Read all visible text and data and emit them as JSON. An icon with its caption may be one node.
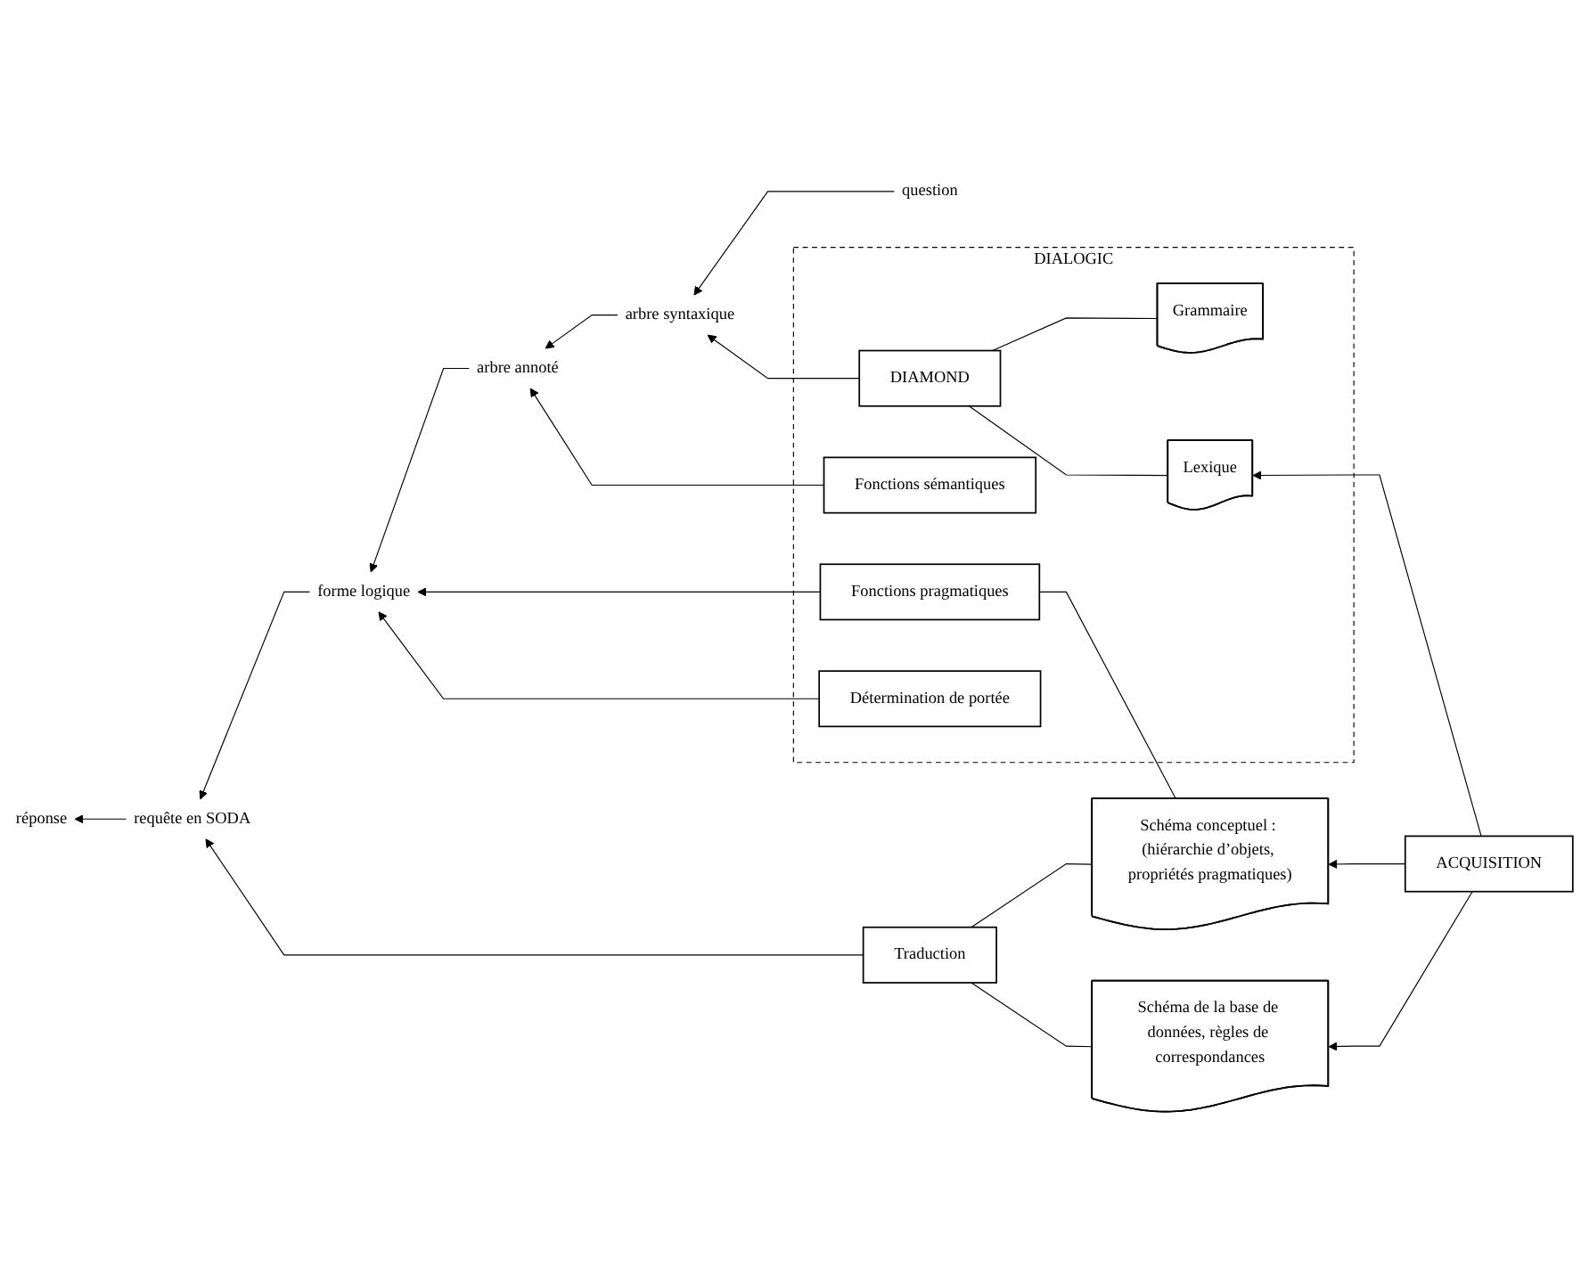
{
  "diagram": {
    "nodes": [
      {
        "text": [
          "question"
        ]
      },
      {
        "text": [
          "DIALOGIC"
        ]
      },
      {
        "text": [
          "DIAMOND"
        ],
        "in": 1
      },
      {
        "text": [
          "Grammaire"
        ],
        "in": 1
      },
      {
        "text": [
          "arbre syntaxique"
        ]
      },
      {
        "text": [
          "Fonctions sémantiques"
        ],
        "in": 1
      },
      {
        "text": [
          "Lexique"
        ],
        "in": 1
      },
      {
        "text": [
          "ACQUISITION"
        ]
      },
      {
        "text": [
          "arbre annoté"
        ]
      },
      {
        "text": [
          "Fonctions pragmatiques"
        ],
        "in": 1
      },
      {
        "text": [
          "Schéma conceptuel : (hiérarchie d’objets, propriétés pragmatiques)"
        ]
      },
      {
        "text": [
          "Détermination de portée"
        ],
        "in": 1
      },
      {
        "text": [
          "forme logique"
        ]
      },
      {
        "text": [
          "Traduction"
        ]
      },
      {
        "text": [
          "Schéma de la base de données, règles de correspondances"
        ]
      },
      {
        "text": [
          "requête en SODA"
        ]
      },
      {
        "text": [
          "réponse"
        ]
      }
    ],
    "edges": [
      {
        "from": 0,
        "to": 4,
        "arrow": "to"
      },
      {
        "from": 2,
        "to": 4,
        "arrow": "to"
      },
      {
        "from": 4,
        "to": 8,
        "arrow": "to"
      },
      {
        "from": 5,
        "to": 8,
        "arrow": "to"
      },
      {
        "from": 8,
        "to": 12,
        "arrow": "to"
      },
      {
        "from": 9,
        "to": 12,
        "arrow": "to"
      },
      {
        "from": 11,
        "to": 12,
        "arrow": "to"
      },
      {
        "from": 12,
        "to": 15,
        "arrow": "to"
      },
      {
        "from": 13,
        "to": 15,
        "arrow": "to"
      },
      {
        "from": 15,
        "to": 16,
        "arrow": "to"
      },
      {
        "from": 2,
        "to": 3,
        "arrow": "none"
      },
      {
        "from": 2,
        "to": 6,
        "arrow": "none"
      },
      {
        "from": 7,
        "to": 6,
        "arrow": "to"
      },
      {
        "from": 7,
        "to": 10,
        "arrow": "to"
      },
      {
        "from": 7,
        "to": 14,
        "arrow": "to"
      },
      {
        "from": 9,
        "to": 10,
        "arrow": "none"
      },
      {
        "from": 13,
        "to": 10,
        "arrow": "none"
      },
      {
        "from": 13,
        "to": 14,
        "arrow": "none"
      }
    ]
  }
}
